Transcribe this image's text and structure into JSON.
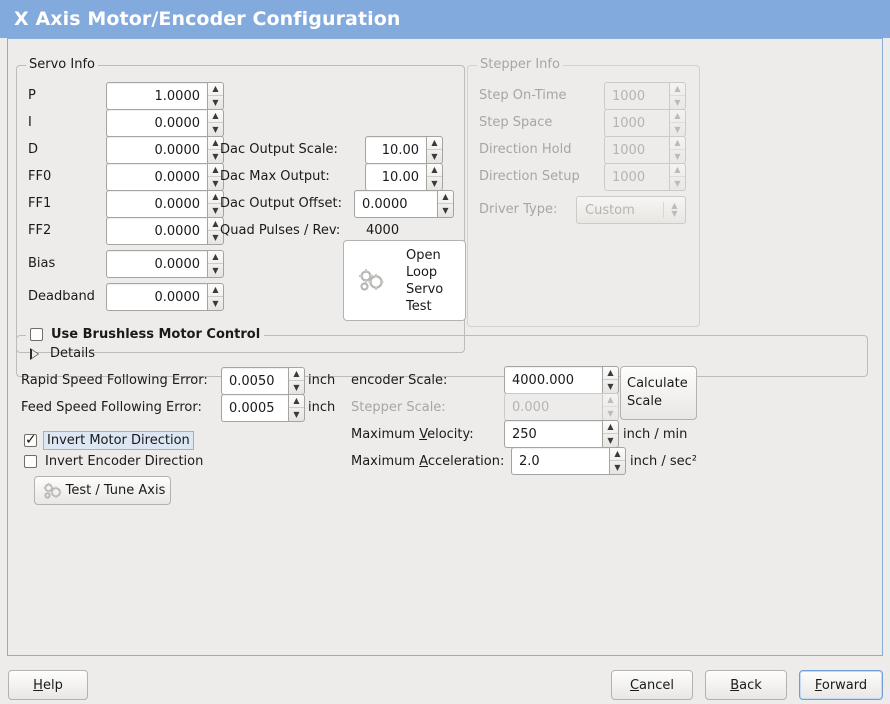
{
  "window": {
    "title": "X Axis Motor/Encoder Configuration",
    "titlebar_color": "#82aadd",
    "background_color": "#edecea",
    "frame_border_color": "#8aaedb"
  },
  "servo_info": {
    "legend": "Servo Info",
    "rows": [
      {
        "label": "P",
        "value": "1.0000"
      },
      {
        "label": "I",
        "value": "0.0000"
      },
      {
        "label": "D",
        "value": "0.0000"
      },
      {
        "label": "FF0",
        "value": "0.0000"
      },
      {
        "label": "FF1",
        "value": "0.0000"
      },
      {
        "label": "FF2",
        "value": "0.0000"
      },
      {
        "label": "Bias",
        "value": "0.0000"
      },
      {
        "label": "Deadband",
        "value": "0.0000"
      }
    ],
    "dac": [
      {
        "label": "Dac Output Scale:",
        "value": "10.00"
      },
      {
        "label": "Dac Max Output:",
        "value": "10.00"
      },
      {
        "label": "Dac Output Offset:",
        "value": "0.0000"
      }
    ],
    "quad_pulses": {
      "label": "Quad Pulses / Rev:",
      "value": "4000"
    },
    "open_loop_button": {
      "label": "Open\nLoop\nServo\nTest",
      "lines": [
        "Open",
        "Loop",
        "Servo",
        "Test"
      ],
      "icon": "gears-icon"
    }
  },
  "stepper_info": {
    "legend": "Stepper Info",
    "enabled": false,
    "rows": [
      {
        "label": "Step On-Time",
        "value": "1000"
      },
      {
        "label": "Step Space",
        "value": "1000"
      },
      {
        "label": "Direction Hold",
        "value": "1000"
      },
      {
        "label": "Direction Setup",
        "value": "1000"
      }
    ],
    "driver_type": {
      "label": "Driver Type:",
      "value": "Custom"
    }
  },
  "brushless": {
    "checkbox_label": "Use Brushless Motor Control",
    "checked": false,
    "details_label": "Details",
    "expanded": false
  },
  "tuning": {
    "rapid_following_error": {
      "label": "Rapid Speed Following Error:",
      "value": "0.0050",
      "units": "inch"
    },
    "feed_following_error": {
      "label": "Feed Speed Following Error:",
      "value": "0.0005",
      "units": "inch"
    },
    "invert_motor": {
      "label": "Invert Motor Direction",
      "checked": true,
      "focused": true
    },
    "invert_encoder": {
      "label": "Invert Encoder Direction",
      "checked": false,
      "focused": false
    },
    "test_tune_button": {
      "label": "Test / Tune Axis",
      "icon": "gears-icon"
    }
  },
  "scale": {
    "encoder_scale": {
      "label": "encoder Scale:",
      "value": "4000.000",
      "enabled": true,
      "units": ""
    },
    "stepper_scale": {
      "label": "Stepper Scale:",
      "value": "0.000",
      "enabled": false,
      "units": ""
    },
    "max_velocity": {
      "label": "Maximum Velocity:",
      "value": "250",
      "units": "inch / min"
    },
    "max_accel": {
      "label": "Maximum Acceleration:",
      "value": "2.0",
      "units": "inch / sec²"
    },
    "calculate_button": {
      "lines": [
        "Calculate",
        "Scale"
      ]
    }
  },
  "footer": {
    "help": {
      "label": "Help",
      "mnemonic": "H"
    },
    "cancel": {
      "label": "Cancel",
      "mnemonic": "C"
    },
    "back": {
      "label": "Back",
      "mnemonic": "B"
    },
    "forward": {
      "label": "Forward",
      "mnemonic": "F",
      "focused": true
    }
  }
}
